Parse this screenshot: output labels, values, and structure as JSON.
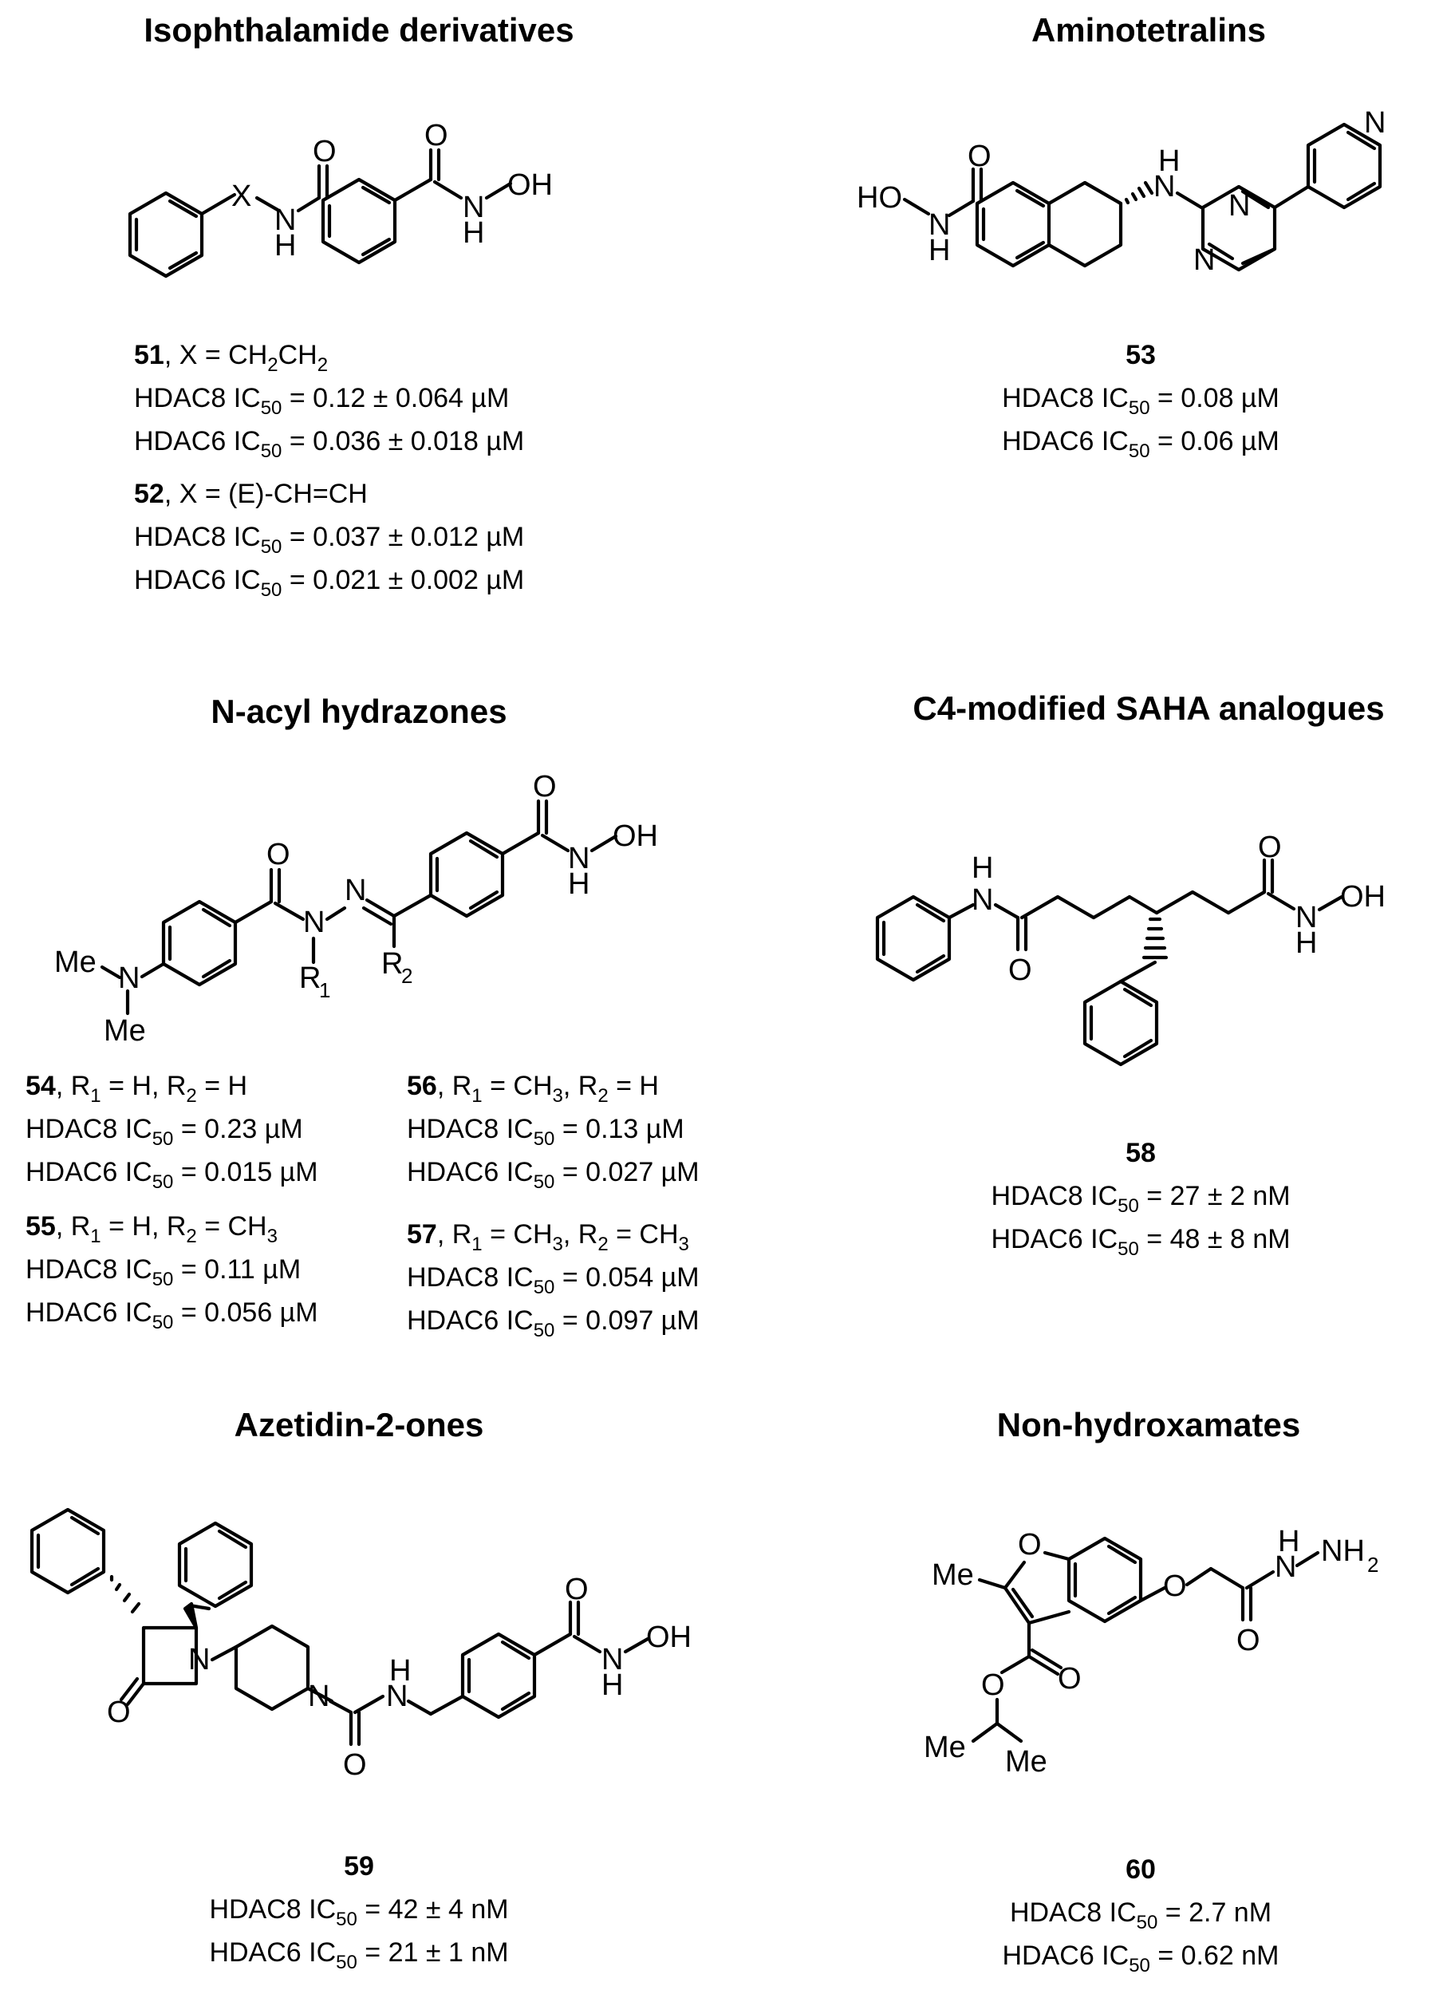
{
  "sections": [
    {
      "title": "Isophthalamide derivatives"
    },
    {
      "title": "Aminotetralins"
    },
    {
      "title": "N-acyl hydrazones"
    },
    {
      "title": "C4-modified SAHA analogues"
    },
    {
      "title": "Azetidin-2-ones"
    },
    {
      "title": "Non-hydroxamates"
    }
  ],
  "compounds": {
    "c51": {
      "id": "51",
      "sub": ", X = CH",
      "sub2": "CH",
      "hdac8": "HDAC8 IC",
      "hdac8_val": " = 0.12 ± 0.064 µM",
      "hdac6": "HDAC6 IC",
      "hdac6_val": " = 0.036 ± 0.018 µM"
    },
    "c52": {
      "id": "52",
      "sub": ", X = (E)-CH=CH",
      "hdac8_val": " = 0.037 ± 0.012 µM",
      "hdac6_val": " = 0.021 ± 0.002 µM"
    },
    "c53": {
      "id": "53",
      "hdac8_val": " = 0.08 µM",
      "hdac6_val": " = 0.06 µM"
    },
    "c54": {
      "id": "54",
      "r1": ", R",
      "r1v": " = H, R",
      "r2v": " = H",
      "hdac8_val": " = 0.23 µM",
      "hdac6_val": " = 0.015 µM"
    },
    "c55": {
      "id": "55",
      "r1v": " = H, R",
      "r2v": " = CH",
      "hdac8_val": " = 0.11 µM",
      "hdac6_val": " = 0.056 µM"
    },
    "c56": {
      "id": "56",
      "r1v": " = CH",
      "r1v2": ", R",
      "r2v": " = H",
      "hdac8_val": " = 0.13 µM",
      "hdac6_val": " = 0.027 µM"
    },
    "c57": {
      "id": "57",
      "r1v": " = CH",
      "r1v2": ", R",
      "r2v": " = CH",
      "hdac8_val": " = 0.054 µM",
      "hdac6_val": " = 0.097 µM"
    },
    "c58": {
      "id": "58",
      "hdac8_val": " = 27 ± 2 nM",
      "hdac6_val": " = 48 ± 8 nM"
    },
    "c59": {
      "id": "59",
      "hdac8_val": " = 42 ± 4 nM",
      "hdac6_val": " = 21 ± 1 nM"
    },
    "c60": {
      "id": "60",
      "hdac8_val": " = 2.7 nM",
      "hdac6_val": " = 0.62 nM"
    }
  },
  "labels": {
    "hdac8": "HDAC8 IC",
    "hdac6": "HDAC6 IC",
    "sub50": "50",
    "sub1": "1",
    "sub2": "2",
    "sub3": "3"
  },
  "atoms": {
    "O": "O",
    "N": "N",
    "H": "H",
    "X": "X",
    "OH": "OH",
    "HO": "HO",
    "Me": "Me",
    "R1": "R",
    "R2": "R",
    "NH2": "NH",
    "one": "1",
    "two": "2"
  }
}
